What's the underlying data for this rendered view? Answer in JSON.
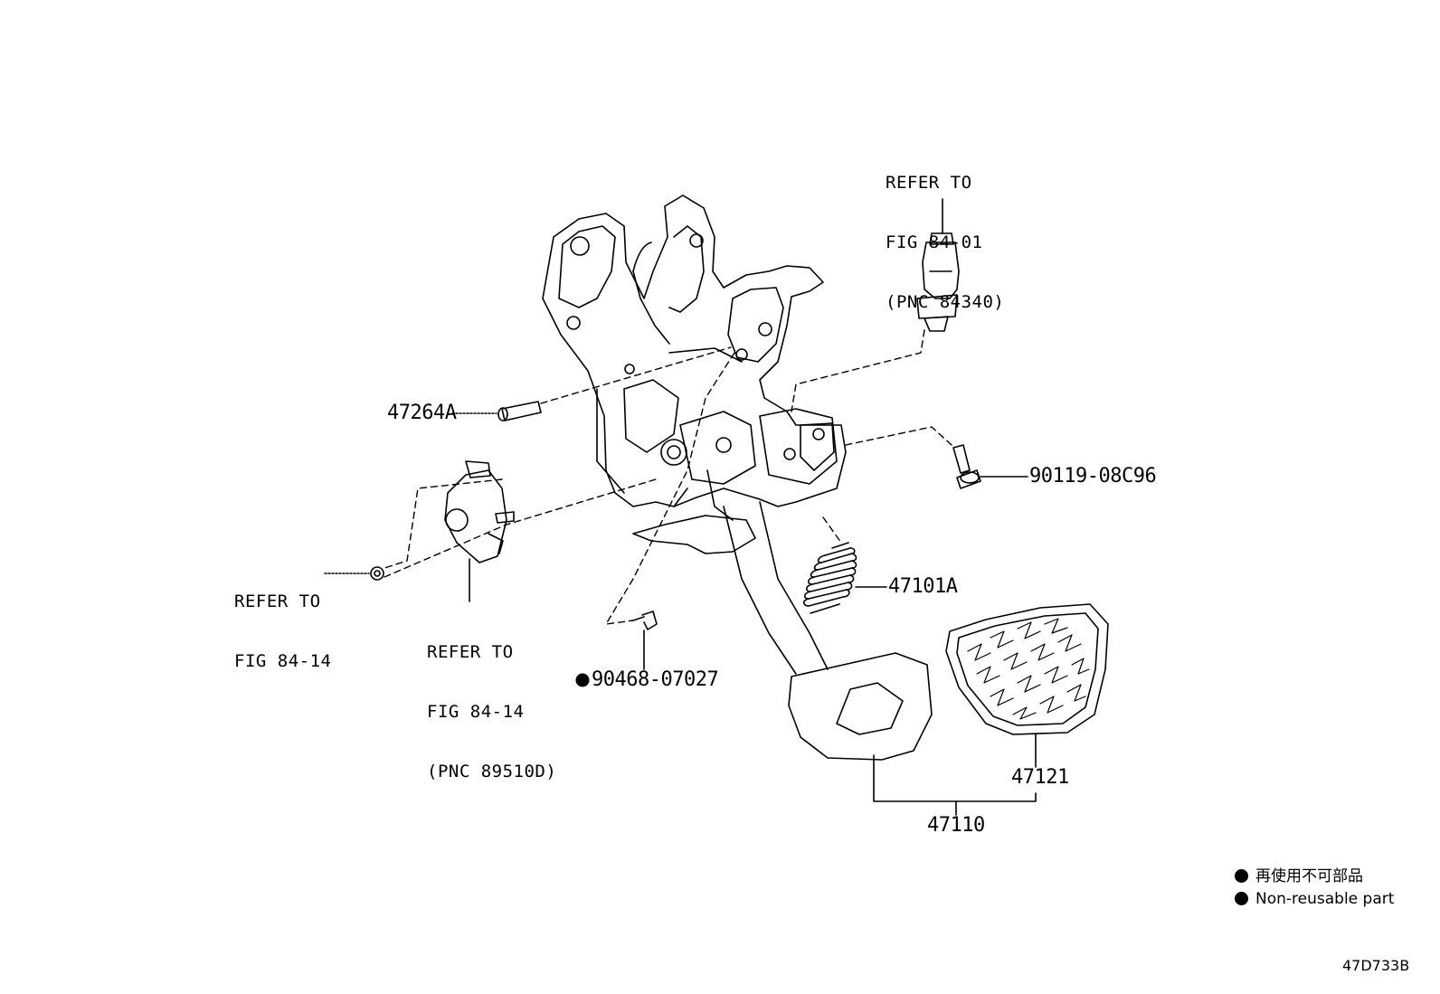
{
  "labels": {
    "refer_switch": [
      "REFER TO",
      "FIG 84-01",
      "(PNC 84340)"
    ],
    "refer_nut": [
      "REFER TO",
      "FIG 84-14"
    ],
    "refer_sensor": [
      "REFER TO",
      "FIG 84-14",
      "(PNC 89510D)"
    ],
    "part_pin": "47264A",
    "part_bolt": "90119-08C96",
    "part_spring": "47101A",
    "part_clip": "90468-07027",
    "part_pad": "47121",
    "part_pedal_assy": "47110"
  },
  "legend": {
    "japanese": "再使用不可部品",
    "english": "Non-reusable part"
  },
  "figure_code": "47D733B",
  "colors": {
    "ink": "#000000",
    "background": "#ffffff"
  }
}
